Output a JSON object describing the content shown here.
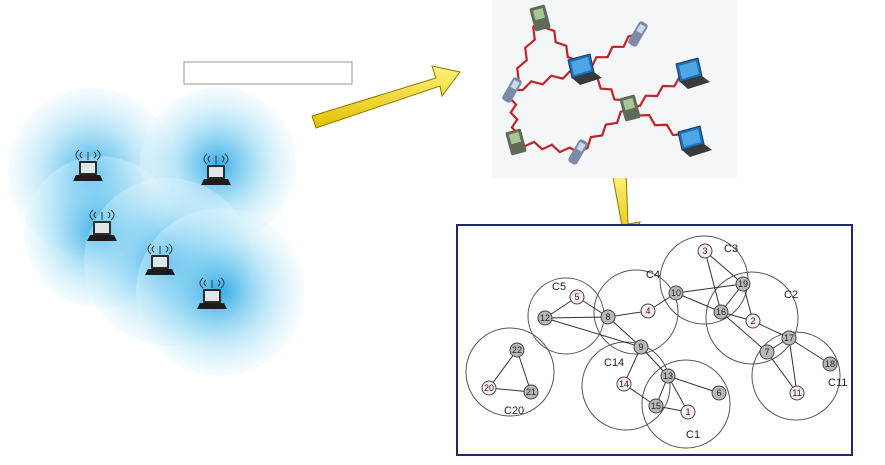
{
  "colors": {
    "coverage": "#8fd6f3",
    "arrow": "#f4d400",
    "arrow_edge": "#8a7a00",
    "wireless_link": "#c0242b",
    "cluster_box": "#1b2a6b",
    "node_grey": "#b8b8b8",
    "node_pink": "#fbeaf0"
  },
  "top_box_text": "",
  "adhoc_devices": [
    {
      "kind": "pda",
      "label": ""
    },
    {
      "kind": "phone",
      "label": ""
    },
    {
      "kind": "laptop",
      "label": ""
    },
    {
      "kind": "laptop",
      "label": ""
    },
    {
      "kind": "phone",
      "label": ""
    },
    {
      "kind": "pda",
      "label": ""
    },
    {
      "kind": "laptop",
      "label": ""
    },
    {
      "kind": "pda",
      "label": ""
    },
    {
      "kind": "phone",
      "label": ""
    }
  ],
  "clusters": [
    {
      "label": "C5",
      "key": "c5"
    },
    {
      "label": "C4",
      "key": "c4"
    },
    {
      "label": "C3",
      "key": "c3"
    },
    {
      "label": "C2",
      "key": "c2"
    },
    {
      "label": "C20",
      "key": "c20"
    },
    {
      "label": "C14",
      "key": "c14"
    },
    {
      "label": "C1",
      "key": "c1"
    },
    {
      "label": "C11",
      "key": "c11"
    }
  ],
  "nodes": [
    {
      "id": "3",
      "head": true
    },
    {
      "id": "19",
      "head": false
    },
    {
      "id": "10",
      "head": false
    },
    {
      "id": "5",
      "head": true
    },
    {
      "id": "4",
      "head": true
    },
    {
      "id": "16",
      "head": false
    },
    {
      "id": "2",
      "head": true
    },
    {
      "id": "12",
      "head": false
    },
    {
      "id": "8",
      "head": false
    },
    {
      "id": "17",
      "head": false
    },
    {
      "id": "9",
      "head": false
    },
    {
      "id": "7",
      "head": false
    },
    {
      "id": "18",
      "head": false
    },
    {
      "id": "22",
      "head": false
    },
    {
      "id": "13",
      "head": false
    },
    {
      "id": "14",
      "head": true
    },
    {
      "id": "6",
      "head": false
    },
    {
      "id": "20",
      "head": true
    },
    {
      "id": "21",
      "head": false
    },
    {
      "id": "11",
      "head": true
    },
    {
      "id": "15",
      "head": false
    },
    {
      "id": "1",
      "head": true
    }
  ],
  "edges": [
    [
      "5",
      "8"
    ],
    [
      "12",
      "8"
    ],
    [
      "12",
      "5"
    ],
    [
      "8",
      "4"
    ],
    [
      "8",
      "9"
    ],
    [
      "12",
      "9"
    ],
    [
      "4",
      "10"
    ],
    [
      "10",
      "16"
    ],
    [
      "10",
      "19"
    ],
    [
      "3",
      "16"
    ],
    [
      "3",
      "19"
    ],
    [
      "19",
      "16"
    ],
    [
      "16",
      "2"
    ],
    [
      "19",
      "2"
    ],
    [
      "2",
      "17"
    ],
    [
      "16",
      "7"
    ],
    [
      "7",
      "17"
    ],
    [
      "17",
      "18"
    ],
    [
      "17",
      "11"
    ],
    [
      "7",
      "11"
    ],
    [
      "9",
      "14"
    ],
    [
      "9",
      "13"
    ],
    [
      "13",
      "6"
    ],
    [
      "13",
      "15"
    ],
    [
      "14",
      "15"
    ],
    [
      "15",
      "1"
    ],
    [
      "13",
      "1"
    ],
    [
      "22",
      "20"
    ],
    [
      "22",
      "21"
    ],
    [
      "20",
      "21"
    ]
  ]
}
